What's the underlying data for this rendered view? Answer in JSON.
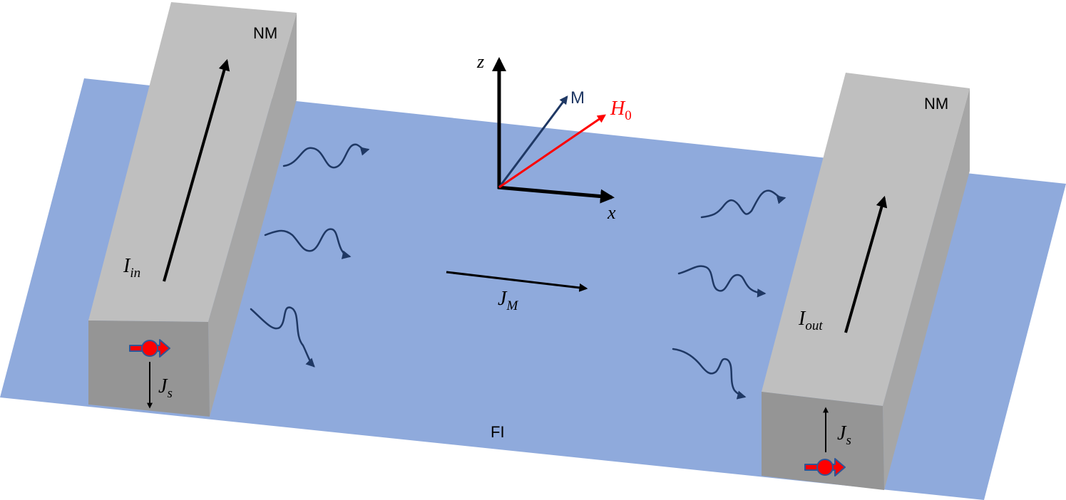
{
  "labels": {
    "nm_left": "NM",
    "nm_right": "NM",
    "fi": "FI",
    "axis_z": "z",
    "axis_x": "x",
    "magnetization": "M",
    "field_base": "H",
    "field_sub": "0",
    "current_in_base": "I",
    "current_in_sub": "in",
    "current_out_base": "I",
    "current_out_sub": "out",
    "magnon_current_base": "J",
    "magnon_current_sub": "M",
    "spin_current_left_base": "J",
    "spin_current_left_sub": "s",
    "spin_current_right_base": "J",
    "spin_current_right_sub": "s"
  },
  "colors": {
    "film": "#8FAADC",
    "bar_top": "#BFBFBF",
    "bar_side": "#A6A6A6",
    "bar_front": "#959595",
    "arrow": "#000000",
    "magnetization": "#1F3864",
    "field": "#FF0000",
    "wave": "#1F3864",
    "spin_fill": "#FF0000",
    "spin_edge": "#2F5597"
  }
}
